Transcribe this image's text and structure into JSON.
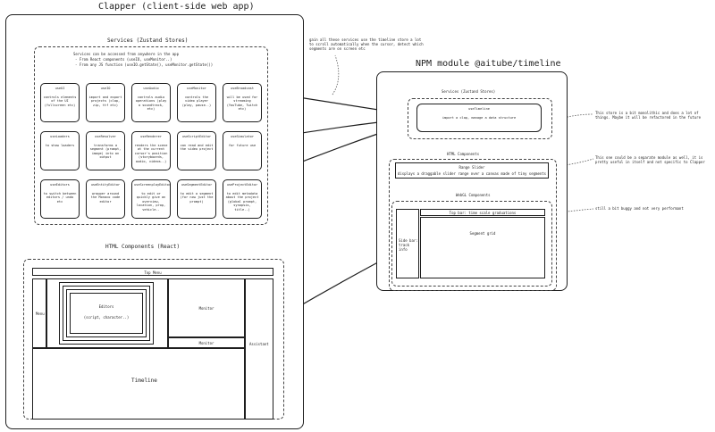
{
  "clapper": {
    "title": "Clapper (client-side web app)",
    "services": {
      "title": "Services (Zustand Stores)",
      "note": [
        "Services can be accessed from anywhere in the app",
        "- From React components (useIO, useMonitor..)",
        "- From any JS function (useIO.getState(), useMonitor.getState())"
      ],
      "cards": [
        {
          "name": "useUI",
          "desc": "controls elements of the UI (fullscreen etc)"
        },
        {
          "name": "useIO",
          "desc": "import and export projects (clap, zip, ttf etc)"
        },
        {
          "name": "useAudio",
          "desc": "controls audio operations (play a soundtrack, etc)"
        },
        {
          "name": "useMonitor",
          "desc": "controls the video player (play, pause..)"
        },
        {
          "name": "useBroadcast",
          "desc": "will be used for streaming (YouTube, Twitch etc)"
        },
        {
          "name": "useLoaders",
          "desc": "to show loaders"
        },
        {
          "name": "useResolver",
          "desc": "transforms a segment (prompt, image) into an output"
        },
        {
          "name": "useRenderer",
          "desc": "renders the scene at the current cursor's position (storyboards, audio, videos..)"
        },
        {
          "name": "useScriptEditor",
          "desc": "can read and edit the video project"
        },
        {
          "name": "useSimulator",
          "desc": "for future use"
        },
        {
          "name": "useEditors",
          "desc": "to switch between editors / undo etc"
        },
        {
          "name": "useEntityEditor",
          "desc": "wrapper around the Monaco code editor"
        },
        {
          "name": "useScreenplayEditor",
          "desc": "to edit or quickly give an overview, location, prop, vehicle.."
        },
        {
          "name": "useSegmentEditor",
          "desc": "to edit a segment (for now just the prompt)"
        },
        {
          "name": "useProjectEditor",
          "desc": "to edit metadata about the project (global prompt, synopsis, title..)"
        }
      ]
    },
    "components": {
      "title": "HTML Components (React)",
      "top_menu": "Top Menu",
      "menu": "Menu",
      "editors": "Editors",
      "editors_sub": "(script, character..)",
      "monitor": "Monitor",
      "monitor_bar": "Monitor",
      "assistant": "Assistant",
      "timeline": "Timeline"
    }
  },
  "annotation_services": "gain all these services use the timeline store a lot to scroll automatically when the cursor, detect which segments are on screen etc",
  "npm": {
    "title": "NPM module @aitube/timeline",
    "services": {
      "title": "Services (Zustand Stores)",
      "card_name": "useTimeline",
      "card_desc": "import a clap, manage a data structure"
    },
    "html": {
      "title": "HTML Components",
      "range_title": "Range Slider",
      "range_desc": "displays a draggable slider range over a canvas made of tiny segments"
    },
    "webgl": {
      "title": "WebGL Components",
      "top_bar": "Top bar: time scale graduations",
      "side_bar": "Side bar: track info",
      "grid": "Segment grid"
    }
  },
  "note_timeline": "This store is a bit monolithic and does a lot of things. Maybe it will be refactored in the future",
  "note_range": "This one could be a separate module as well, it is pretty useful in itself and not specific to Clapper",
  "note_webgl": "still a bit buggy and not very performant"
}
